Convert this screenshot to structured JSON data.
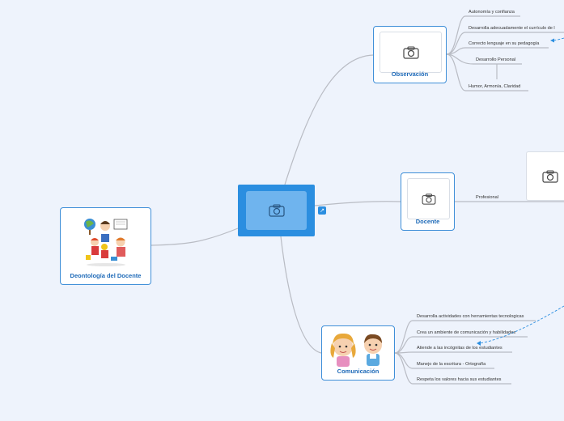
{
  "central": {
    "icon": "camera-icon"
  },
  "left_topic": {
    "title": "Deontología del Docente"
  },
  "topics": {
    "observacion": {
      "title": "Observación",
      "items": [
        "Autonomía y confianza",
        "Desarrolla adecuadamente el currículo de l",
        "Correcto lenguaje en su pedagogía",
        "Desarrollo Personal",
        "Humor, Armonía, Claridad"
      ]
    },
    "docente": {
      "title": "Docente",
      "items": [
        "Profesional"
      ]
    },
    "comunicacion": {
      "title": "Comunicación",
      "items": [
        "Desarrolla actividades con herramientas tecnologicas",
        "Crea un ambiente de comunicación y habilidades",
        "Atiende a las incógnitas de los estudiantes",
        "Manejo de la escritura - Ortografía",
        "Respeta los valores hacia sus estudiantes"
      ]
    }
  },
  "colors": {
    "accent": "#2b8ee0",
    "connector": "#b9bcc4",
    "dashed_link": "#2b8ee0"
  }
}
